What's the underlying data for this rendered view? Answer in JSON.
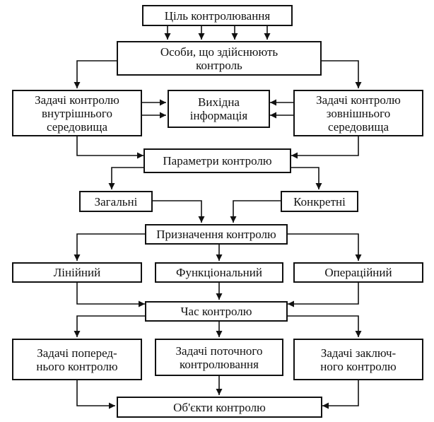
{
  "diagram": {
    "goal": "Ціль контролювання",
    "persons": "Особи, що здійснюють\nконтроль",
    "internal_tasks": "Задачі контролю\nвнутрішнього\nсередовища",
    "initial_info": "Вихідна\nінформація",
    "external_tasks": "Задачі контролю\nзовнішнього\nсередовища",
    "parameters": "Параметри контролю",
    "general": "Загальні",
    "specific": "Конкретні",
    "purpose": "Призначення контролю",
    "linear": "Лінійний",
    "functional": "Функціональний",
    "operational": "Операційний",
    "time": "Час контролю",
    "preliminary": "Задачі поперед-\nнього контролю",
    "current": "Задачі поточного\nконтролювання",
    "final": "Задачі заключ-\nного контролю",
    "objects": "Об'єкти контролю"
  }
}
